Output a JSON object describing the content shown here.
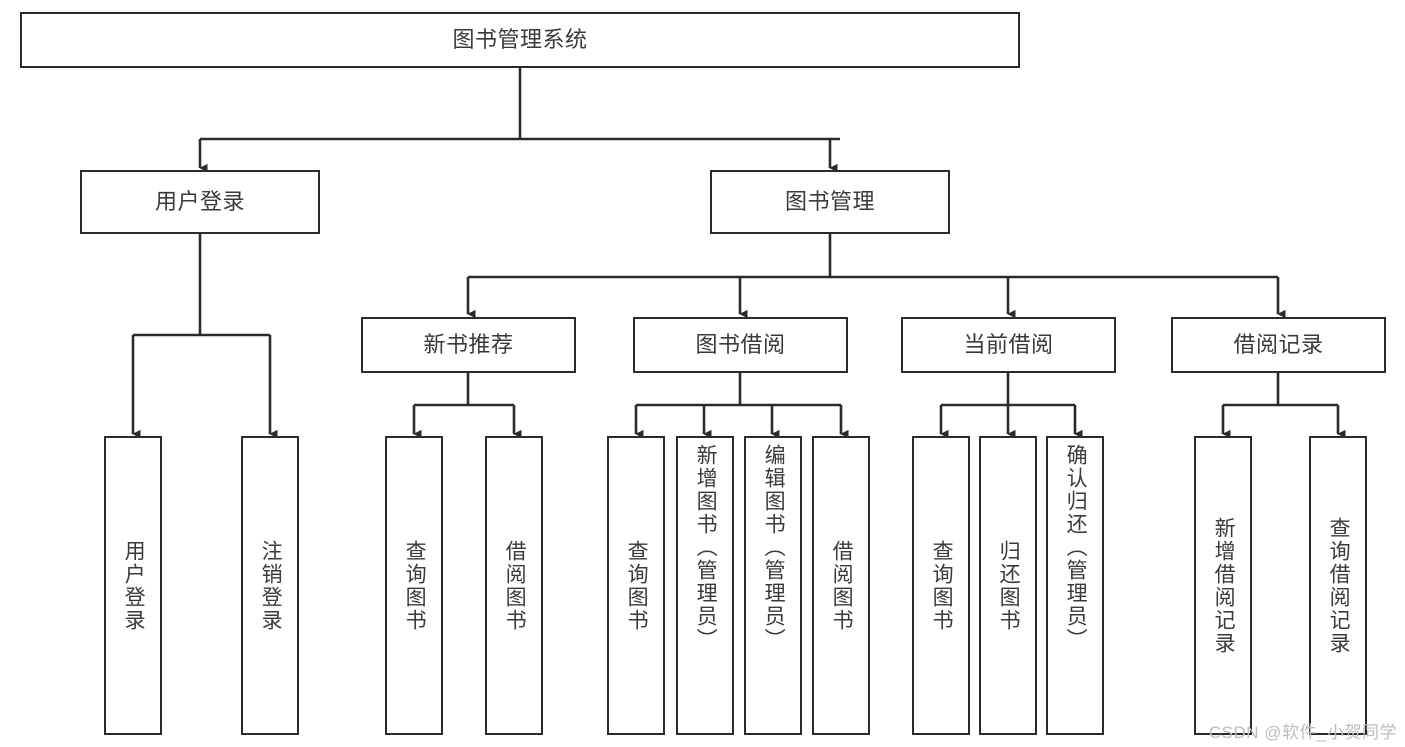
{
  "diagram": {
    "title": "图书管理系统",
    "type": "tree-hierarchy",
    "watermark": "CSDN @软件_小贺同学",
    "colors": {
      "box_border": "#2b2b2b",
      "box_fill": "#ffffff",
      "connector": "#2b2b2b",
      "text": "#3a3a3a",
      "watermark": "#bdbdbd",
      "background": "#ffffff"
    },
    "levels": {
      "root": {
        "label": "图书管理系统"
      },
      "level2": [
        {
          "label": "用户登录"
        },
        {
          "label": "图书管理"
        }
      ],
      "level3": [
        {
          "label": "新书推荐"
        },
        {
          "label": "图书借阅"
        },
        {
          "label": "当前借阅"
        },
        {
          "label": "借阅记录"
        }
      ],
      "leaves": {
        "user_login": [
          {
            "label": "用户登录"
          },
          {
            "label": "注销登录"
          }
        ],
        "new_book_recommend": [
          {
            "label": "查询图书"
          },
          {
            "label": "借阅图书"
          }
        ],
        "book_borrow": [
          {
            "label": "查询图书"
          },
          {
            "label": "新增图书（管理员）"
          },
          {
            "label": "编辑图书（管理员）"
          },
          {
            "label": "借阅图书"
          }
        ],
        "current_borrow": [
          {
            "label": "查询图书"
          },
          {
            "label": "归还图书"
          },
          {
            "label": "确认归还（管理员）"
          }
        ],
        "borrow_record": [
          {
            "label": "新增借阅记录"
          },
          {
            "label": "查询借阅记录"
          }
        ]
      }
    }
  }
}
